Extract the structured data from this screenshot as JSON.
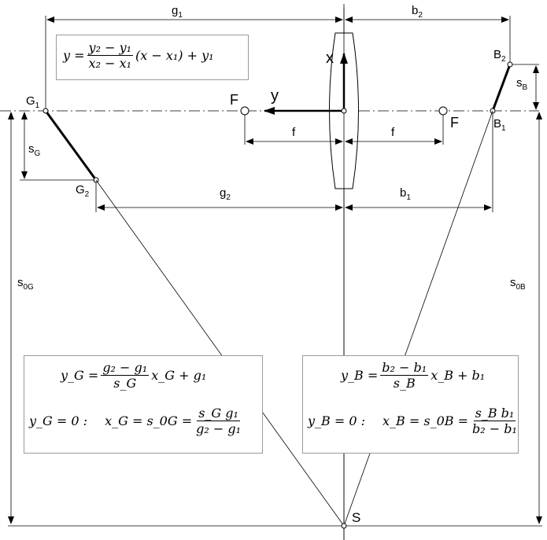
{
  "labels": {
    "g1": "g",
    "g1_sub": "1",
    "b2": "b",
    "b2_sub": "2",
    "G1": "G",
    "G1_sub": "1",
    "G2": "G",
    "G2_sub": "2",
    "B1": "B",
    "B1_sub": "1",
    "B2": "B",
    "B2_sub": "2",
    "sG": "s",
    "sG_sub": "G",
    "sB": "s",
    "sB_sub": "B",
    "s0G": "s",
    "s0G_sub": "0G",
    "s0B": "s",
    "s0B_sub": "0B",
    "g2": "g",
    "g2_sub": "2",
    "b1": "b",
    "b1_sub": "1",
    "f_left": "f",
    "f_right": "f",
    "F_left": "F",
    "F_right": "F",
    "x_axis": "x",
    "y_axis": "y",
    "S": "S"
  },
  "formula_line": {
    "lhs": "y =",
    "num": "y₂ − y₁",
    "den": "x₂ − x₁",
    "rest": "(x − x₁) + y₁"
  },
  "formula_g": {
    "row1_lhs": "y_G =",
    "row1_num": "g₂ − g₁",
    "row1_den": "s_G",
    "row1_rest": "x_G + g₁",
    "row2_cond": "y_G = 0 :",
    "row2_mid": "x_G = s_0G =",
    "row2_num": "s_G g₁",
    "row2_den": "g₂ − g₁"
  },
  "formula_b": {
    "row1_lhs": "y_B =",
    "row1_num": "b₂ − b₁",
    "row1_den": "s_B",
    "row1_rest": "x_B + b₁",
    "row2_cond": "y_B = 0 :",
    "row2_mid": "x_B = s_0B =",
    "row2_num": "s_B b₁",
    "row2_den": "b₂ − b₁"
  }
}
